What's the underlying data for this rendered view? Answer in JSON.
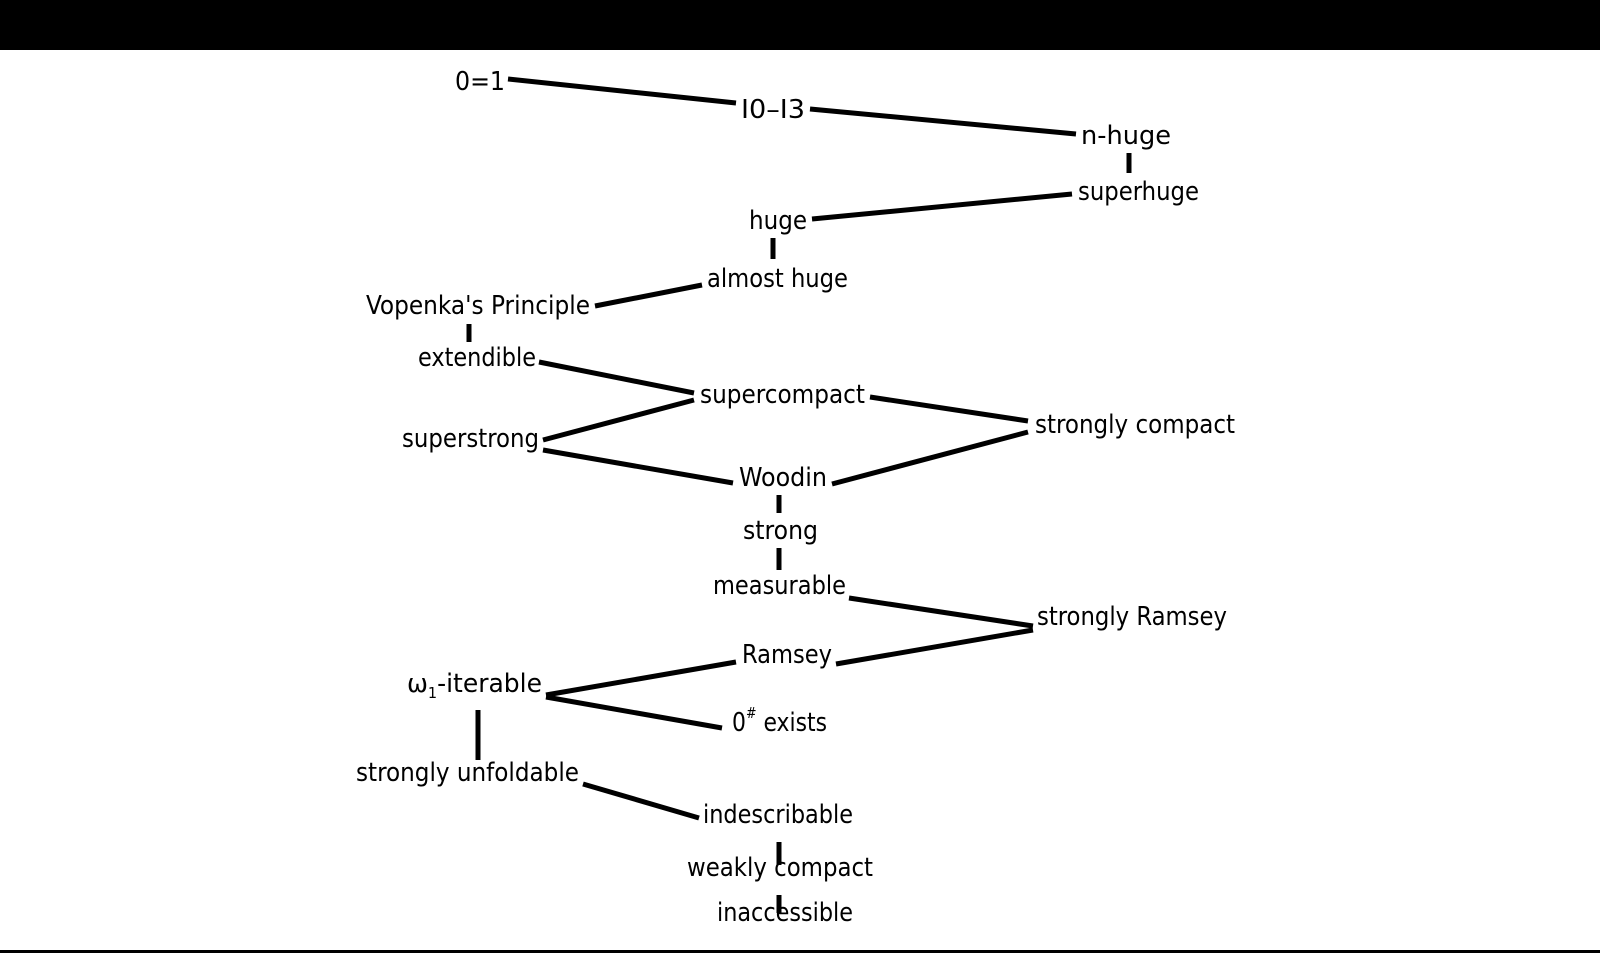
{
  "colors": {
    "background": "#ffffff",
    "ink": "#000000"
  },
  "nodes": [
    {
      "id": "zero-one",
      "label": "0=1"
    },
    {
      "id": "i0-i3",
      "label": "I0–I3"
    },
    {
      "id": "n-huge",
      "label": "n-huge"
    },
    {
      "id": "superhuge",
      "label": "superhuge"
    },
    {
      "id": "huge",
      "label": "huge"
    },
    {
      "id": "almost-huge",
      "label": "almost huge"
    },
    {
      "id": "vopenka",
      "label": "Vopenka's Principle"
    },
    {
      "id": "extendible",
      "label": "extendible"
    },
    {
      "id": "supercompact",
      "label": "supercompact"
    },
    {
      "id": "strongly-compact",
      "label": "strongly compact"
    },
    {
      "id": "superstrong",
      "label": "superstrong"
    },
    {
      "id": "woodin",
      "label": "Woodin"
    },
    {
      "id": "strong",
      "label": "strong"
    },
    {
      "id": "measurable",
      "label": "measurable"
    },
    {
      "id": "strongly-ramsey",
      "label": "strongly Ramsey"
    },
    {
      "id": "ramsey",
      "label": "Ramsey"
    },
    {
      "id": "omega1-iterable",
      "label": "ω₁-iterable",
      "base": "ω",
      "sub": "1",
      "rest": "-iterable"
    },
    {
      "id": "zero-sharp",
      "label": "0# exists",
      "base": "0",
      "sup": "#",
      "rest": " exists"
    },
    {
      "id": "strongly-unfoldable",
      "label": "strongly unfoldable"
    },
    {
      "id": "indescribable",
      "label": "indescribable"
    },
    {
      "id": "weakly-compact",
      "label": "weakly compact"
    },
    {
      "id": "inaccessible",
      "label": "inaccessible"
    }
  ],
  "edges": [
    [
      "zero-one",
      "i0-i3"
    ],
    [
      "i0-i3",
      "n-huge"
    ],
    [
      "n-huge",
      "superhuge"
    ],
    [
      "superhuge",
      "huge"
    ],
    [
      "huge",
      "almost-huge"
    ],
    [
      "almost-huge",
      "vopenka"
    ],
    [
      "vopenka",
      "extendible"
    ],
    [
      "extendible",
      "supercompact"
    ],
    [
      "supercompact",
      "superstrong"
    ],
    [
      "supercompact",
      "strongly-compact"
    ],
    [
      "superstrong",
      "woodin"
    ],
    [
      "strongly-compact",
      "woodin"
    ],
    [
      "woodin",
      "strong"
    ],
    [
      "strong",
      "measurable"
    ],
    [
      "measurable",
      "strongly-ramsey"
    ],
    [
      "strongly-ramsey",
      "ramsey"
    ],
    [
      "ramsey",
      "omega1-iterable"
    ],
    [
      "omega1-iterable",
      "zero-sharp"
    ],
    [
      "omega1-iterable",
      "strongly-unfoldable"
    ],
    [
      "strongly-unfoldable",
      "indescribable"
    ],
    [
      "indescribable",
      "weakly-compact"
    ],
    [
      "weakly-compact",
      "inaccessible"
    ]
  ]
}
